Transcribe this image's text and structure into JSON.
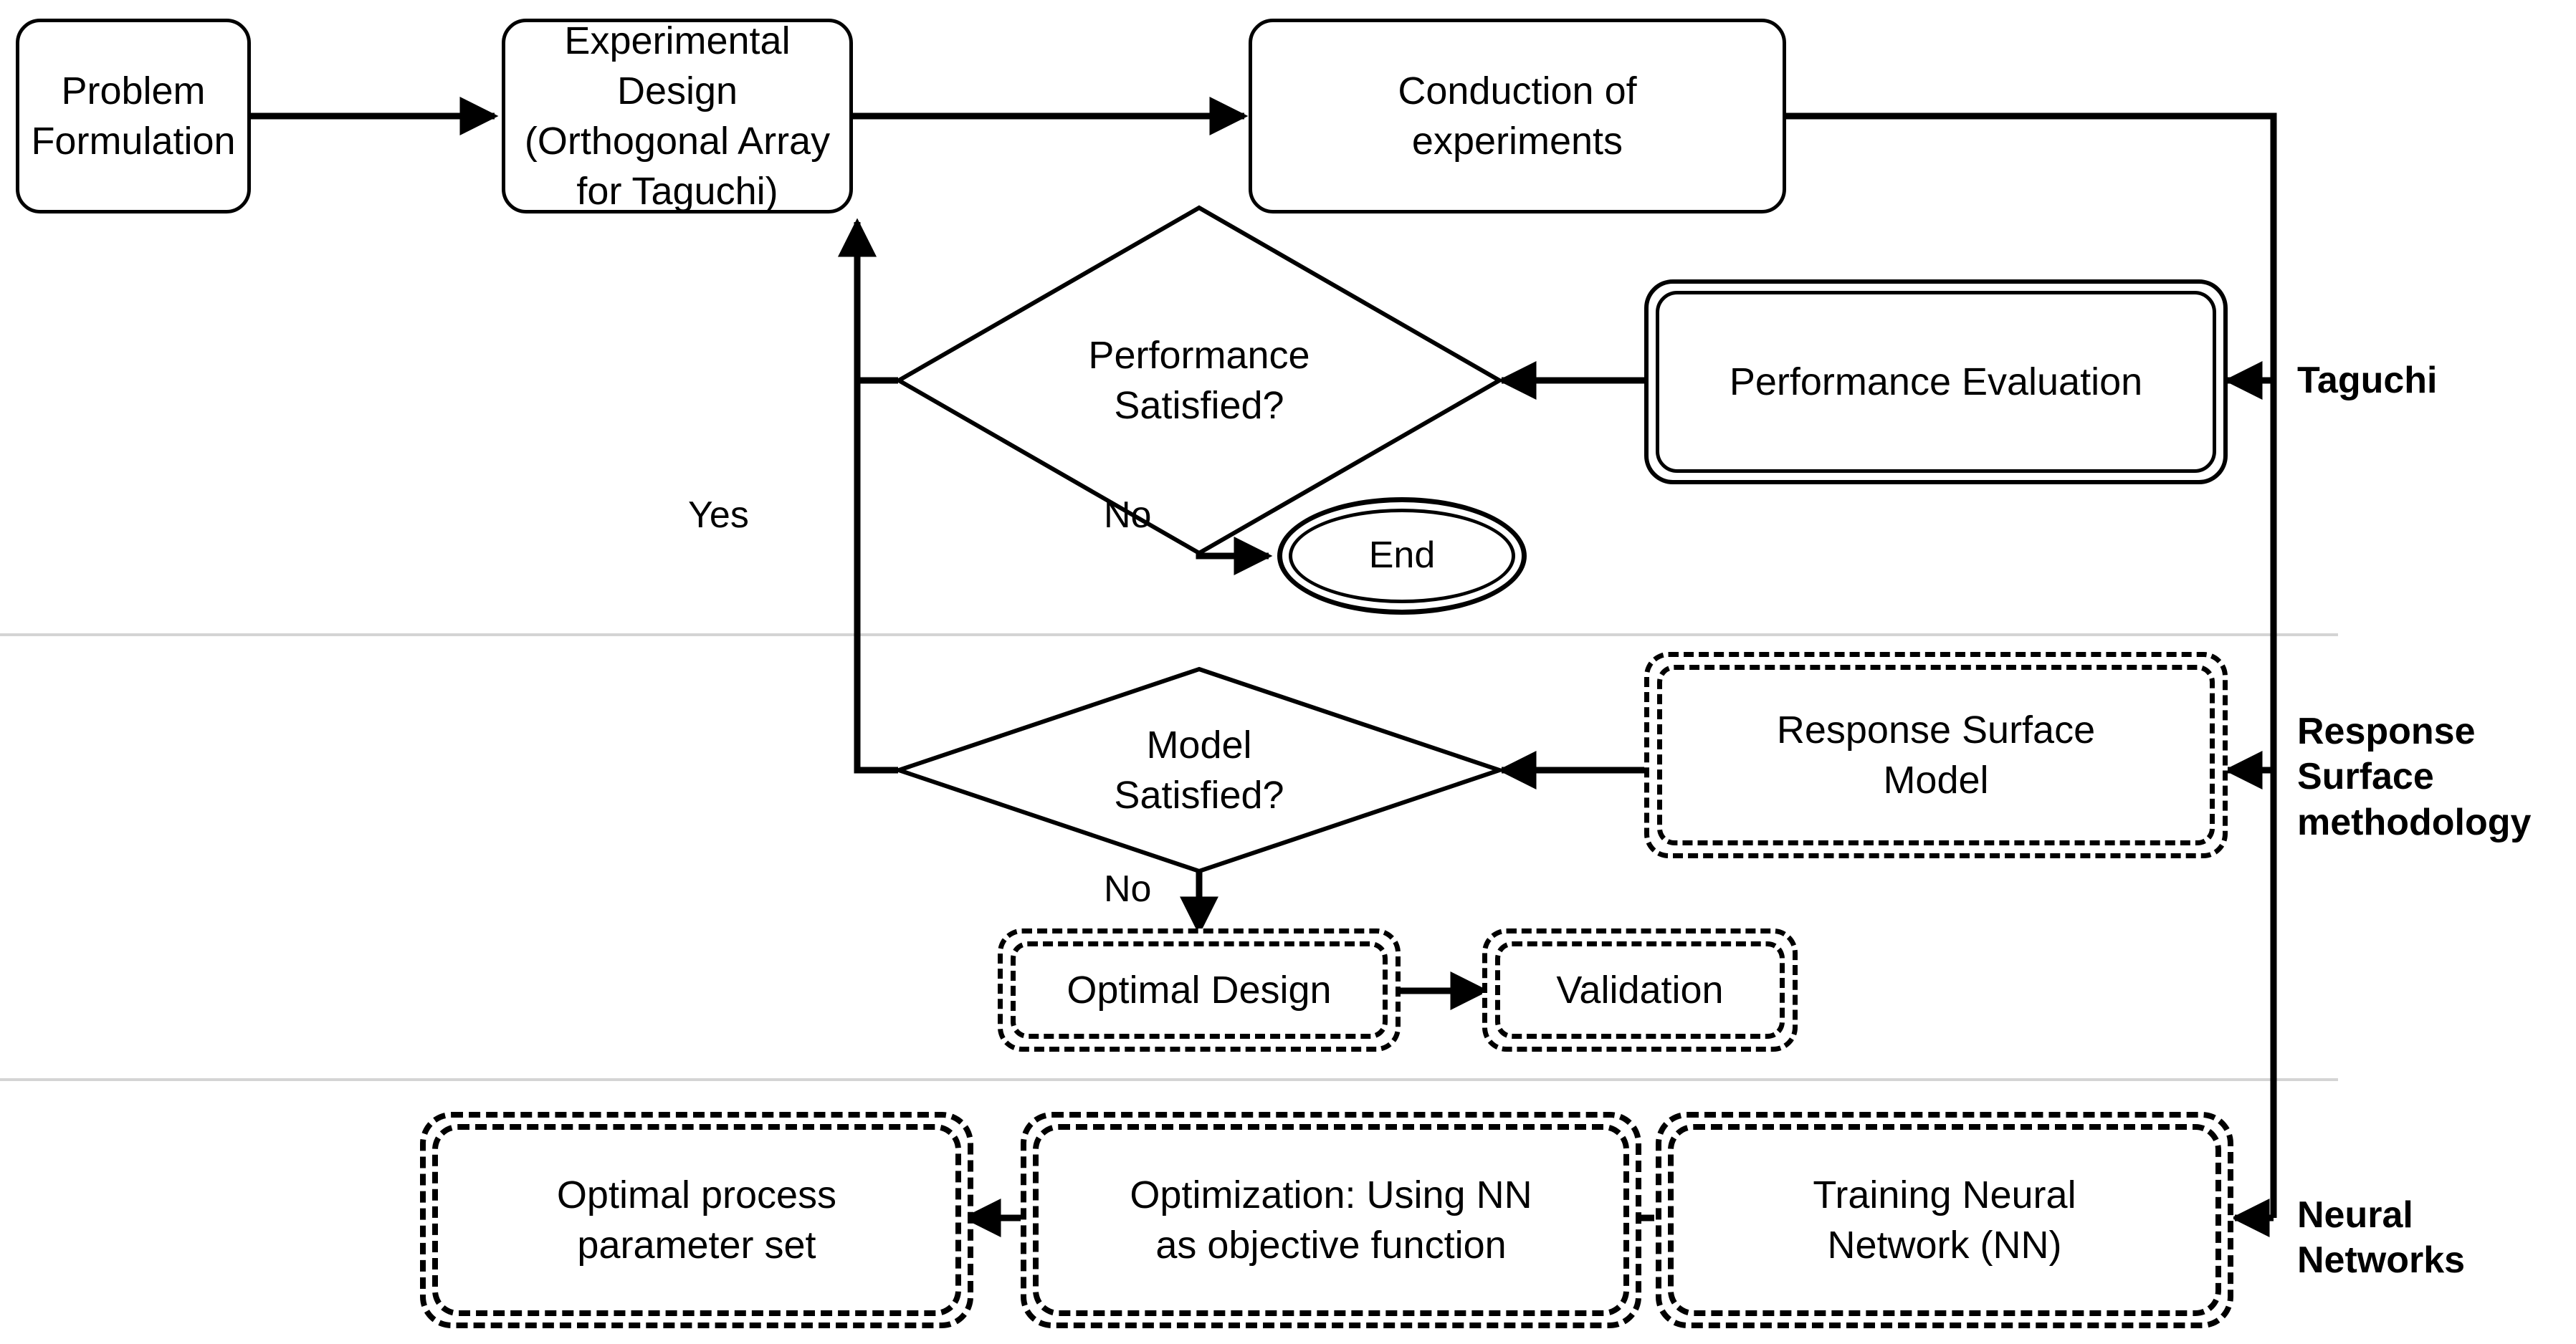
{
  "diagram": {
    "title": "Integrated Taguchi / Response Surface Methodology / Neural Network optimisation flowchart",
    "bands": [
      {
        "id": "taguchi",
        "label": "Taguchi"
      },
      {
        "id": "rsm",
        "label": "Response\nSurface\nmethodology"
      },
      {
        "id": "nn",
        "label": "Neural\nNetworks"
      }
    ],
    "nodes": {
      "problem_formulation": {
        "label": "Problem\nFormulation",
        "shape": "rounded-rect"
      },
      "experimental_design": {
        "label": "Experimental Design\n(Orthogonal Array for Taguchi)",
        "shape": "rounded-rect"
      },
      "conduction": {
        "label": "Conduction of\nexperiments",
        "shape": "rounded-rect"
      },
      "performance_eval": {
        "label": "Performance Evaluation",
        "shape": "double-rounded-rect"
      },
      "performance_decision": {
        "label": "Performance\nSatisfied?",
        "shape": "diamond"
      },
      "end": {
        "label": "End",
        "shape": "double-ellipse"
      },
      "model_decision": {
        "label": "Model\nSatisfied?",
        "shape": "diamond"
      },
      "response_surface": {
        "label": "Response Surface\nModel",
        "shape": "dashed-double-rounded-rect"
      },
      "optimal_design": {
        "label": "Optimal Design",
        "shape": "dashed-double-rounded-rect"
      },
      "validation": {
        "label": "Validation",
        "shape": "dashed-double-rounded-rect"
      },
      "optimal_params": {
        "label": "Optimal process\nparameter set",
        "shape": "dashed-double-rounded-rect"
      },
      "optimization_nn": {
        "label": "Optimization: Using NN\nas objective function",
        "shape": "dashed-double-rounded-rect"
      },
      "training_nn": {
        "label": "Training Neural\nNetwork (NN)",
        "shape": "dashed-double-rounded-rect"
      }
    },
    "edge_labels": {
      "yes": "Yes",
      "no_performance": "No",
      "no_model": "No"
    },
    "colors": {
      "stroke": "#000000",
      "background": "#ffffff",
      "divider": "#d4d4d4"
    }
  }
}
